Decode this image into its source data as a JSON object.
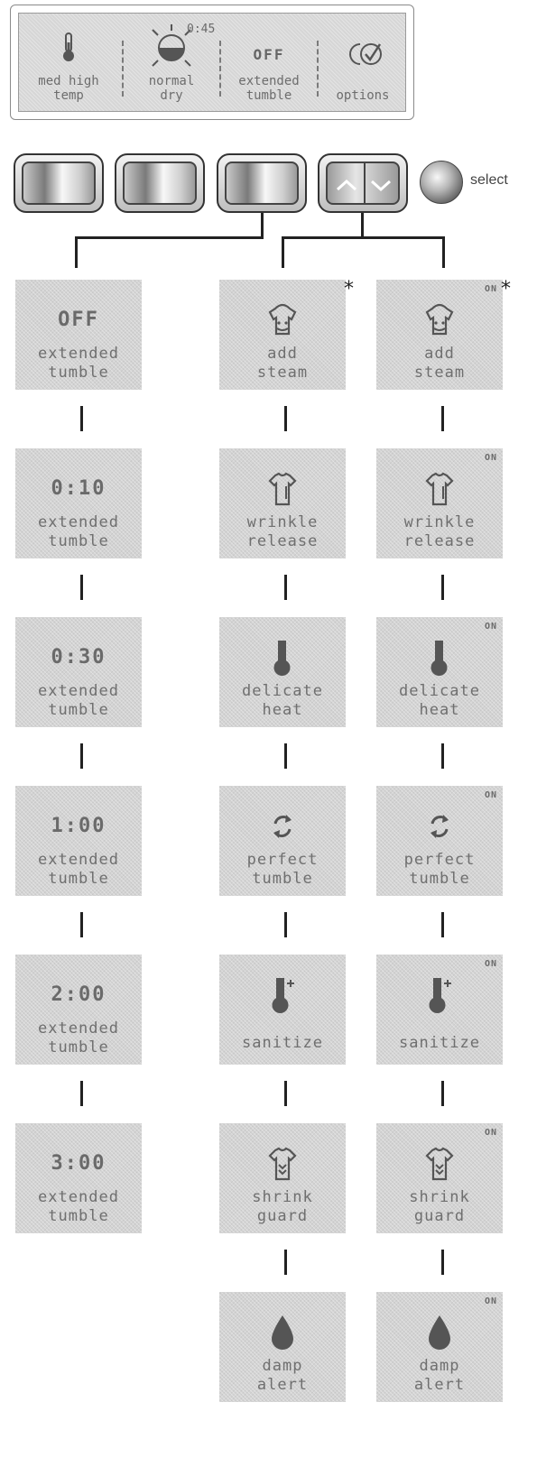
{
  "status_panel": {
    "time": "0:45",
    "temp": {
      "label1": "med high",
      "label2": "temp",
      "icon": "thermometer-icon"
    },
    "dry": {
      "label1": "normal",
      "label2": "dry",
      "icon": "dryness-icon"
    },
    "tumble": {
      "value": "OFF",
      "label1": "extended",
      "label2": "tumble"
    },
    "options": {
      "label": "options",
      "icon": "options-check-icon"
    }
  },
  "controls": {
    "select_label": "select",
    "arrow_buttons": [
      "up-arrow-icon",
      "down-check-icon"
    ]
  },
  "extended_tumble_column": [
    {
      "value": "OFF",
      "label1": "extended",
      "label2": "tumble"
    },
    {
      "value": "0:10",
      "label1": "extended",
      "label2": "tumble"
    },
    {
      "value": "0:30",
      "label1": "extended",
      "label2": "tumble"
    },
    {
      "value": "1:00",
      "label1": "extended",
      "label2": "tumble"
    },
    {
      "value": "2:00",
      "label1": "extended",
      "label2": "tumble"
    },
    {
      "value": "3:00",
      "label1": "extended",
      "label2": "tumble"
    }
  ],
  "options_column": [
    {
      "label1": "add",
      "label2": "steam",
      "icon": "steam-shirt-icon"
    },
    {
      "label1": "wrinkle",
      "label2": "release",
      "icon": "shirt-icon"
    },
    {
      "label1": "delicate",
      "label2": "heat",
      "icon": "thermometer-icon"
    },
    {
      "label1": "perfect",
      "label2": "tumble",
      "icon": "tumble-arrows-icon"
    },
    {
      "label1": "sanitize",
      "label2": "",
      "icon": "thermometer-plus-icon"
    },
    {
      "label1": "shrink",
      "label2": "guard",
      "icon": "shrink-shirt-icon"
    },
    {
      "label1": "damp",
      "label2": "alert",
      "icon": "drop-icon"
    }
  ],
  "options_on_column": {
    "on_label": "ON",
    "items": [
      {
        "label1": "add",
        "label2": "steam"
      },
      {
        "label1": "wrinkle",
        "label2": "release"
      },
      {
        "label1": "delicate",
        "label2": "heat"
      },
      {
        "label1": "perfect",
        "label2": "tumble"
      },
      {
        "label1": "sanitize",
        "label2": ""
      },
      {
        "label1": "shrink",
        "label2": "guard"
      },
      {
        "label1": "damp",
        "label2": "alert"
      }
    ]
  },
  "footnote_mark": "*"
}
